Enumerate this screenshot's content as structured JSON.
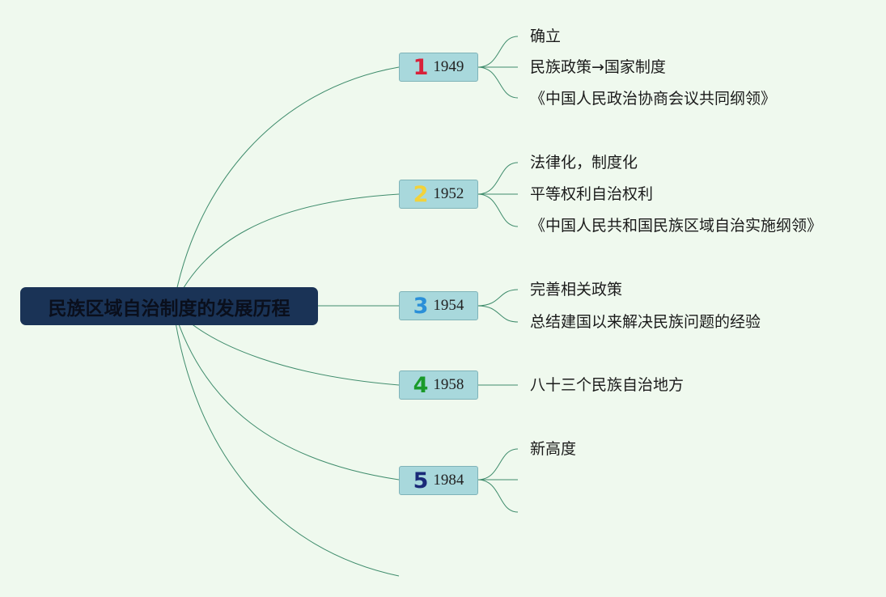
{
  "root": {
    "title": "民族区域自治制度的发展历程"
  },
  "branches": [
    {
      "num": "1",
      "num_color": "#d8213a",
      "year": "1949",
      "items": [
        "确立",
        "民族政策→国家制度",
        "《中国人民政治协商会议共同纲领》"
      ]
    },
    {
      "num": "2",
      "num_color": "#f2d23a",
      "year": "1952",
      "items": [
        "法律化，制度化",
        "平等权利自治权利",
        "《中国人民共和国民族区域自治实施纲领》"
      ]
    },
    {
      "num": "3",
      "num_color": "#2a8fd8",
      "year": "1954",
      "items": [
        "完善相关政策",
        "总结建国以来解决民族问题的经验"
      ]
    },
    {
      "num": "4",
      "num_color": "#1a9a2a",
      "year": "1958",
      "items": [
        "八十三个民族自治地方"
      ]
    },
    {
      "num": "5",
      "num_color": "#1a2a78",
      "year": "1984",
      "items": [
        "新高度",
        "",
        ""
      ]
    }
  ],
  "line_color": "#3f8c6c"
}
